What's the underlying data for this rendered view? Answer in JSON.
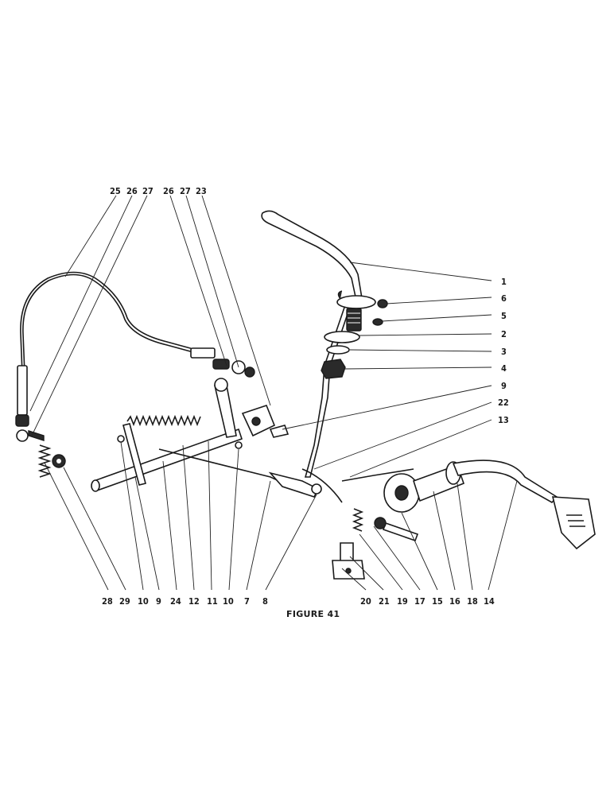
{
  "figure": {
    "caption": "FIGURE 41",
    "top_left_labels": [
      "25",
      "26",
      "27",
      "26",
      "27",
      "23"
    ],
    "right_labels": [
      "1",
      "6",
      "5",
      "2",
      "3",
      "4",
      "9",
      "22",
      "13"
    ],
    "bottom_labels": [
      "28",
      "29",
      "10",
      "9",
      "24",
      "12",
      "11",
      "10",
      "7",
      "8",
      "20",
      "21",
      "19",
      "17",
      "15",
      "16",
      "18",
      "14"
    ]
  }
}
